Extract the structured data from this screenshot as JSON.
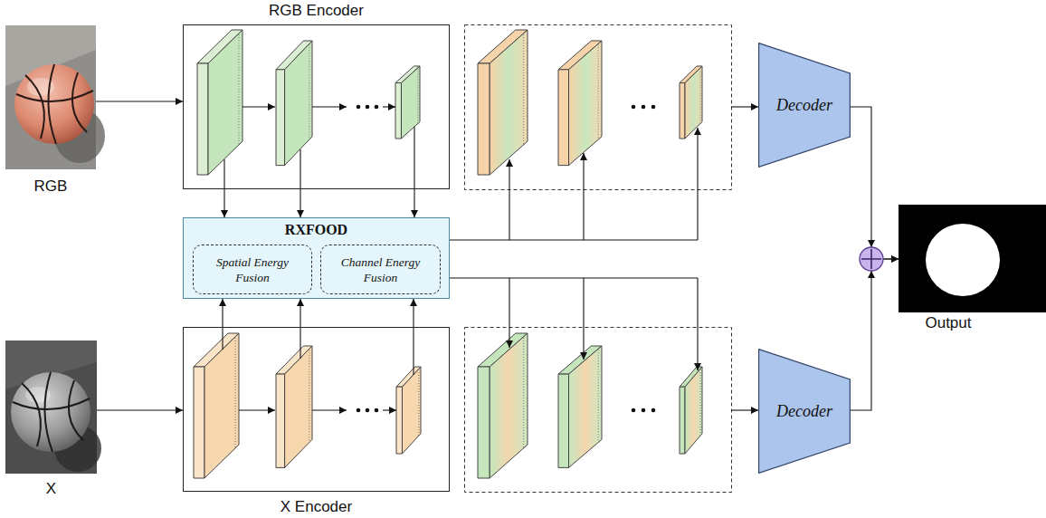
{
  "diagram": {
    "nodes": [
      {
        "text": [
          "RGB Encoder"
        ]
      },
      {
        "text": [
          "RGB"
        ]
      },
      {
        "text": [
          "RXFOOD"
        ]
      },
      {
        "text": [
          "Spatial Energy Fusion"
        ],
        "in": 2
      },
      {
        "text": [
          "Channel Energy Fusion"
        ],
        "in": 2
      },
      {
        "text": [
          "Decoder"
        ]
      },
      {
        "text": [
          "Decoder"
        ]
      },
      {
        "text": [
          "Output"
        ]
      },
      {
        "text": [
          "X"
        ]
      },
      {
        "text": [
          "X Encoder"
        ]
      }
    ],
    "edges": [
      {
        "from": 1,
        "to": 0,
        "arrow": "to"
      },
      {
        "from": 0,
        "to": 2,
        "arrow": "to"
      },
      {
        "from": 0,
        "to": 2,
        "arrow": "to"
      },
      {
        "from": 0,
        "to": 2,
        "arrow": "to"
      },
      {
        "from": 8,
        "to": 9,
        "arrow": "to"
      },
      {
        "from": 9,
        "to": 2,
        "arrow": "to"
      },
      {
        "from": 9,
        "to": 2,
        "arrow": "to"
      },
      {
        "from": 9,
        "to": 2,
        "arrow": "to"
      },
      {
        "from": 5,
        "to": 7,
        "arrow": "to"
      },
      {
        "from": 6,
        "to": 7,
        "arrow": "to"
      }
    ]
  }
}
